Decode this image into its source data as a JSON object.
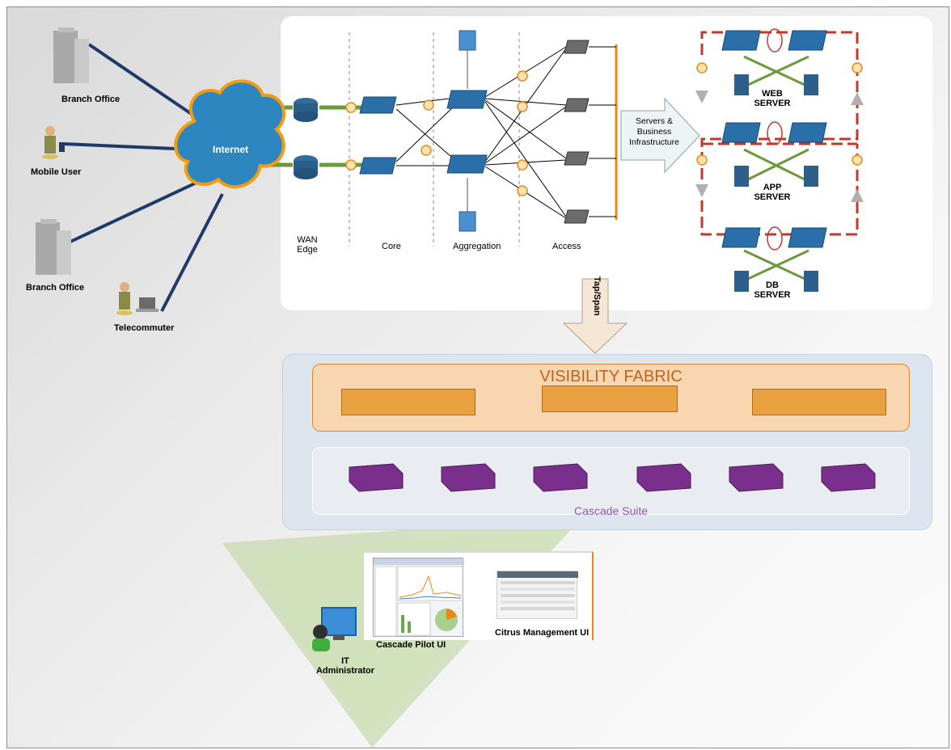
{
  "sites": {
    "branch_office_1": "Branch Office",
    "mobile_user": "Mobile User",
    "branch_office_2": "Branch Office",
    "telecommuter": "Telecommuter"
  },
  "internet_label": "Internet",
  "tiers": {
    "wan_edge_line1": "WAN",
    "wan_edge_line2": "Edge",
    "core": "Core",
    "aggregation": "Aggregation",
    "access": "Access"
  },
  "servers_arrow": {
    "line1": "Servers &",
    "line2": "Business",
    "line3": "Infrastructure"
  },
  "server_groups": {
    "web_line1": "WEB",
    "web_line2": "SERVER",
    "app_line1": "APP",
    "app_line2": "SERVER",
    "db_line1": "DB",
    "db_line2": "SERVER"
  },
  "tap_span_label": "Tap/Span",
  "visibility_fabric_title": "VISIBILITY FABRIC",
  "cascade_suite_label": "Cascade Suite",
  "management": {
    "cascade_pilot_ui": "Cascade Pilot UI",
    "citrus_management_ui": "Citrus Management UI",
    "it_admin_line1": "IT",
    "it_admin_line2": "Administrator"
  },
  "colors": {
    "wan_link": "#1f3a68",
    "edge_link": "#6a9a3a",
    "cloud_fill": "#2e86c1",
    "cloud_border": "#f39c12",
    "switch_blue": "#2a6fa8",
    "server_loop": "#c0392b",
    "fabric_orange": "#e8a040",
    "cascade_purple": "#7a2f8c",
    "cone_green": "#b9d49a"
  }
}
